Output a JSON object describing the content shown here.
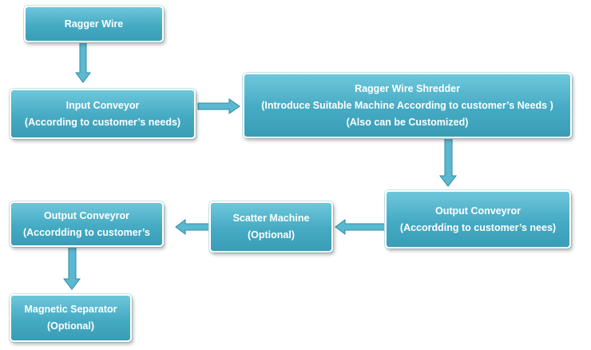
{
  "boxes": {
    "ragger_wire": {
      "line1": "Ragger Wire"
    },
    "input_conveyor": {
      "line1": "Input Conveyor",
      "line2": "(According to customer’s needs)"
    },
    "shredder": {
      "line1": "Ragger Wire Shredder",
      "line2": "(Introduce Suitable Machine According to customer’s Needs )",
      "line3": "(Also can be Customized)"
    },
    "output_conveyor_right": {
      "line1": "Output Conveyror",
      "line2": "(Accordding to customer’s nees)"
    },
    "scatter_machine": {
      "line1": "Scatter Machine",
      "line2": "(Optional)"
    },
    "output_conveyor_left": {
      "line1": "Output Conveyror",
      "line2": "(Accordding to customer’s"
    },
    "magnetic_separator": {
      "line1": "Magnetic Separator",
      "line2": "(Optional)"
    }
  },
  "colors": {
    "box_top": "#6ec7db",
    "box_bottom": "#3a9db7",
    "box_text": "#ffffff",
    "arrow_fill": "#5ab9d0",
    "arrow_stroke": "#2f8aa4"
  }
}
